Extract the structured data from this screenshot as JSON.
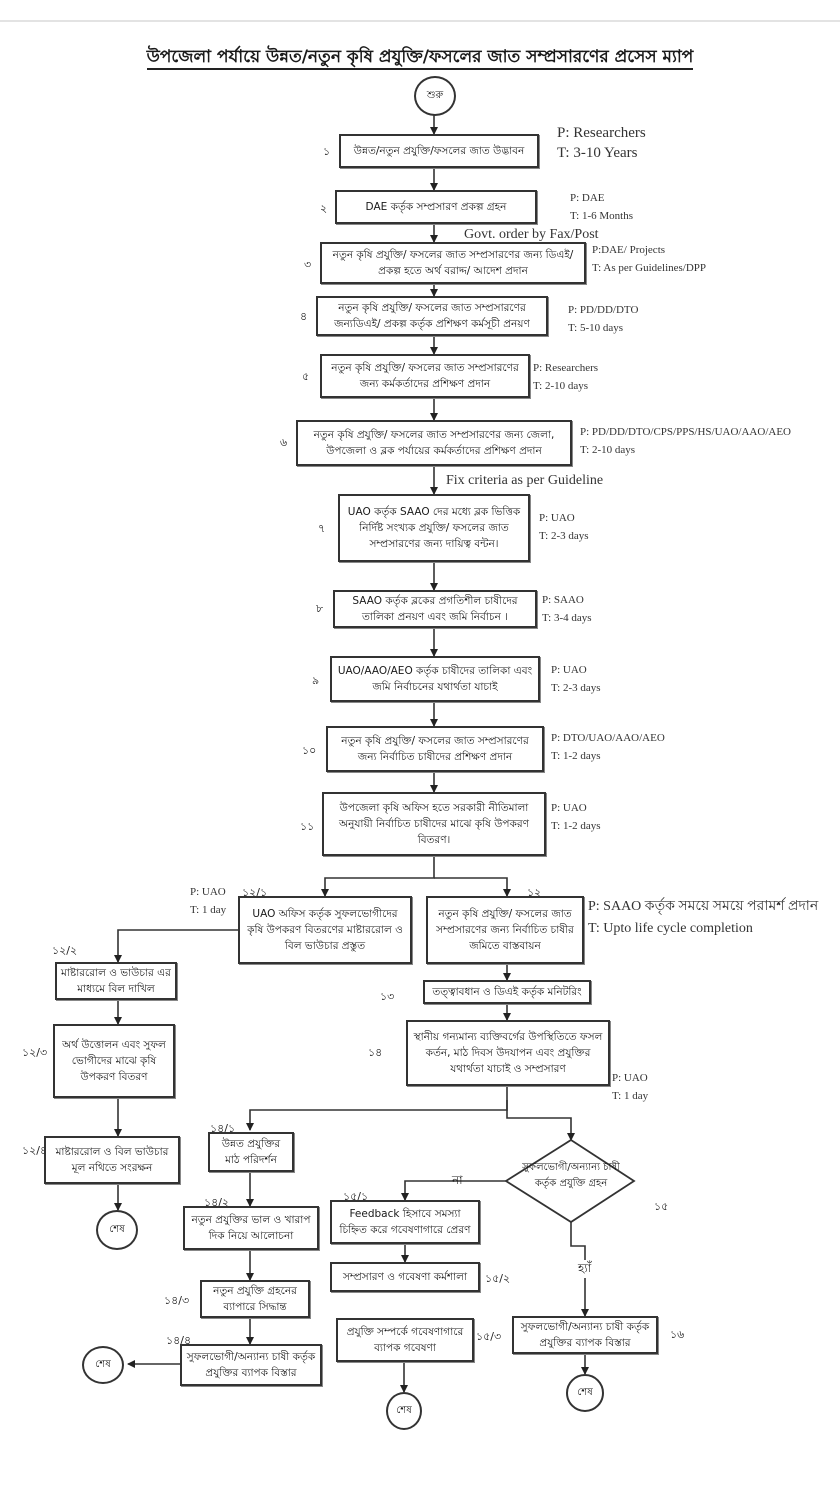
{
  "title": "উপজেলা পর্যায়ে উন্নত/নতুন কৃষি প্রযুক্তি/ফসলের জাত সম্প্রসারণের প্রসেস ম্যাপ",
  "start_label": "শুরু",
  "end_label": "শেষ",
  "steps": {
    "s1": {
      "num": "১",
      "text": "উন্নত/নতুন প্রযুক্তি/ফসলের জাত উদ্ভাবন",
      "p": "P: Researchers",
      "t": "T: 3-10 Years"
    },
    "s2": {
      "num": "২",
      "text": "DAE কর্তৃক সম্প্রসারণ প্রকল্প গ্রহন",
      "p": "P: DAE",
      "t": "T: 1-6 Months"
    },
    "s3": {
      "num": "৩",
      "text": "নতুন কৃষি প্রযুক্তি/ ফসলের জাত সম্প্রসারণের জন্য ডিএই/প্রকল্প হতে অর্থ বরাদ্দ/ আদেশ প্রদান",
      "p": "P:DAE/ Projects",
      "t": "T: As per Guidelines/DPP",
      "above": "Govt. order by Fax/Post"
    },
    "s4": {
      "num": "৪",
      "text": "নতুন কৃষি প্রযুক্তি/ ফসলের জাত সম্প্রসারণের জন্যডিএই/ প্রকল্প কর্তৃক প্রশিক্ষণ কর্মসূচী প্রনয়ণ",
      "p": "P: PD/DD/DTO",
      "t": "T: 5-10 days"
    },
    "s5": {
      "num": "৫",
      "text": "নতুন কৃষি প্রযুক্তি/ ফসলের জাত সম্প্রসারণের জন্য কর্মকর্তাদের প্রশিক্ষণ প্রদান",
      "p": "P: Researchers",
      "t": "T: 2-10 days"
    },
    "s6": {
      "num": "৬",
      "text": "নতুন কৃষি প্রযুক্তি/ ফসলের জাত সম্প্রসারণের জন্য জেলা, উপজেলা ও ব্লক পর্যায়ের কর্মকর্তাদের প্রশিক্ষণ প্রদান",
      "p": "P: PD/DD/DTO/CPS/PPS/HS/UAO/AAO/AEO",
      "t": "T: 2-10 days"
    },
    "s7": {
      "num": "৭",
      "text": "UAO কর্তৃক SAAO দের মধ্যে ব্লক ভিত্তিক নির্দিষ্ট সংখ্যক প্রযুক্তি/ ফসলের জাত সম্প্রসারণের জন্য দায়িত্ব বন্টন।",
      "p": "P: UAO",
      "t": "T: 2-3 days",
      "above": "Fix criteria as per Guideline"
    },
    "s8": {
      "num": "৮",
      "text": "SAAO কর্তৃক ব্লকের প্রগতিশীল চাষীদের তালিকা প্রনয়ণ এবং জমি নির্বাচন ।",
      "p": "P: SAAO",
      "t": "T: 3-4 days"
    },
    "s9": {
      "num": "৯",
      "text": "UAO/AAO/AEO কর্তৃক চাষীদের তালিকা এবং জমি নির্বাচনের যথার্থতা যাচাই",
      "p": "P: UAO",
      "t": "T: 2-3 days"
    },
    "s10": {
      "num": "১০",
      "text": "নতুন কৃষি প্রযুক্তি/ ফসলের জাত সম্প্রসারণের জন্য নির্বাচিত চাষীদের প্রশিক্ষণ প্রদান",
      "p": "P: DTO/UAO/AAO/AEO",
      "t": "T: 1-2 days"
    },
    "s11": {
      "num": "১১",
      "text": "উপজেলা কৃষি অফিস হতে সরকারী নীতিমালা অনুযায়ী নির্বাচিত চাষীদের মাঝে কৃষি উপকরণ বিতরণ।",
      "p": "P: UAO",
      "t": "T: 1-2 days"
    },
    "s12_1": {
      "num": "১২/১",
      "text": "UAO অফিস কর্তৃক সুফলভোগীদের কৃষি উপকরণ বিতরণের মাষ্টাররোল ও বিল ভাউচার প্রস্তুত",
      "p": "P: UAO",
      "t": "T: 1 day"
    },
    "s12": {
      "num": "১২",
      "text": "নতুন কৃষি প্রযুক্তি/ ফসলের জাত সম্প্রসারণের জন্য নির্বাচিত চাষীর জমিতে বাস্তবায়ন",
      "p": "P: SAAO কর্তৃক সময়ে সময়ে পরামর্শ প্রদান",
      "t": "T: Upto life cycle completion"
    },
    "s12_2": {
      "num": "১২/২",
      "text": "মাষ্টাররোল ও ভাউচার এর মাধ্যমে বিল দাখিল"
    },
    "s12_3": {
      "num": "১২/৩",
      "text": "অর্থ উত্তোলন এবং সুফল ভোগীদের মাঝে কৃষি উপকরণ বিতরণ"
    },
    "s12_4": {
      "num": "১২/৪",
      "text": "মাষ্টাররোল ও বিল ভাউচার মূল নথিতে সংরক্ষন"
    },
    "s13": {
      "num": "১৩",
      "text": "তত্ত্বাবধান ও ডিএই কর্তৃক মনিটরিং"
    },
    "s14": {
      "num": "১৪",
      "text": "স্থানীয় গন্যমান্য ব্যক্তিবর্গের উপস্থিতিতে ফসল কর্তন, মাঠ দিবস উদযাপন এবং প্রযুক্তির যথার্থতা যাচাই ও সম্প্রসারণ",
      "p": "P: UAO",
      "t": "T: 1 day"
    },
    "s14_1": {
      "num": "১৪/১",
      "text": "উন্নত প্রযুক্তির মাঠ পরিদর্শন"
    },
    "s14_2": {
      "num": "১৪/২",
      "text": "নতুন প্রযুক্তির ভাল ও খারাপ দিক নিয়ে আলোচনা"
    },
    "s14_3": {
      "num": "১৪/৩",
      "text": "নতুন প্রযুক্তি গ্রহনের ব্যাপারে সিদ্ধান্ত"
    },
    "s14_4": {
      "num": "১৪/৪",
      "text": "সুফলভোগী/অন্যান্য চাষী কর্তৃক প্রযুক্তির ব্যাপক বিস্তার"
    },
    "s15": {
      "num": "১৫",
      "text": "সুফলভোগী/অন্যান্য চাষী কর্তৃক প্রযুক্তি গ্রহন",
      "no": "না",
      "yes": "হ্যাঁ"
    },
    "s15_1": {
      "num": "১৫/১",
      "text": "Feedback হিসাবে সমস্যা চিহ্নিত করে গবেষণাগারে প্রেরণ"
    },
    "s15_2": {
      "num": "১৫/২",
      "text": "সম্প্রসারণ ও গবেষণা কর্মশালা"
    },
    "s15_3": {
      "num": "১৫/৩",
      "text": "প্রযুক্তি সম্পর্কে গবেষণাগারে ব্যাপক গবেষণা"
    },
    "s16": {
      "num": "১৬",
      "text": "সুফলভোগী/অন্যান্য চাষী কর্তৃক প্রযুক্তির ব্যাপক বিস্তার"
    }
  }
}
